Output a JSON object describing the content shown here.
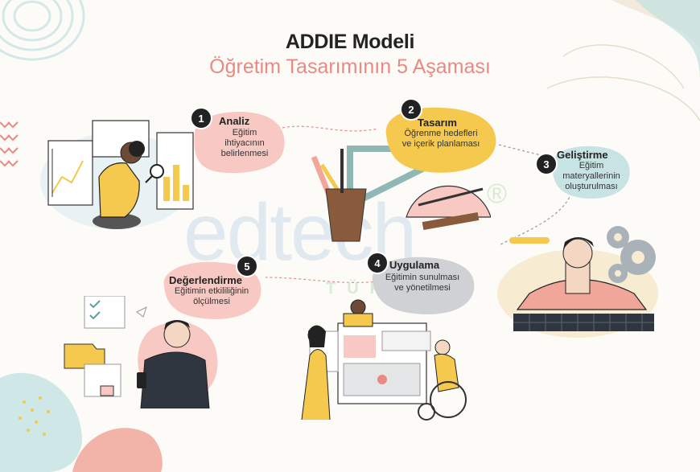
{
  "header": {
    "title": "ADDIE Modeli",
    "subtitle": "Öğretim Tasarımının 5 Aşaması"
  },
  "watermark": {
    "brand": "edtech",
    "registered": "®",
    "sub": "TÜRKİYE"
  },
  "steps": [
    {
      "number": "1",
      "title": "Analiz",
      "desc_lines": [
        "Eğitim",
        "ihtiyacının",
        "belirlenmesi"
      ],
      "color": "#f8c9c3"
    },
    {
      "number": "2",
      "title": "Tasarım",
      "desc_lines": [
        "Öğrenme hedefleri",
        "ve içerik planlaması"
      ],
      "color": "#f5c84e"
    },
    {
      "number": "3",
      "title": "Geliştirme",
      "desc_lines": [
        "Eğitim",
        "materyallerinin",
        "oluşturulması"
      ],
      "color": "#c7e3e3"
    },
    {
      "number": "4",
      "title": "Uygulama",
      "desc_lines": [
        "Eğitimin sunulması",
        "ve yönetilmesi"
      ],
      "color": "#cfd1d4"
    },
    {
      "number": "5",
      "title": "Değerlendirme",
      "desc_lines": [
        "Eğitimin etkililiğinin",
        "ölçülmesi"
      ],
      "color": "#f8c9c3"
    }
  ],
  "colors": {
    "accent_pink": "#e98a82",
    "yellow": "#f5c84e",
    "mint": "#c7e3e3",
    "dark": "#232323"
  }
}
